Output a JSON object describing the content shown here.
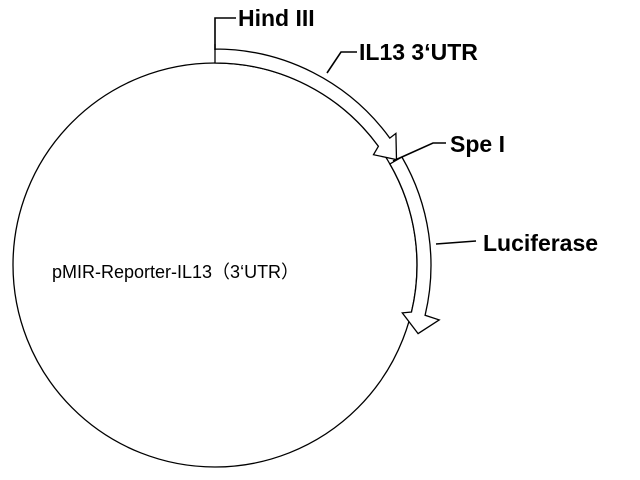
{
  "diagram": {
    "plasmid_name": "pMIR-Reporter-IL13（3‘UTR）",
    "sites": [
      {
        "label": "Hind III"
      },
      {
        "label": "Spe I"
      }
    ],
    "features": [
      {
        "label": "IL13 3‘UTR"
      },
      {
        "label": "Luciferase"
      }
    ],
    "colors": {
      "line": "#000000",
      "background": "#ffffff",
      "arrow_fill": "#ffffff"
    }
  }
}
